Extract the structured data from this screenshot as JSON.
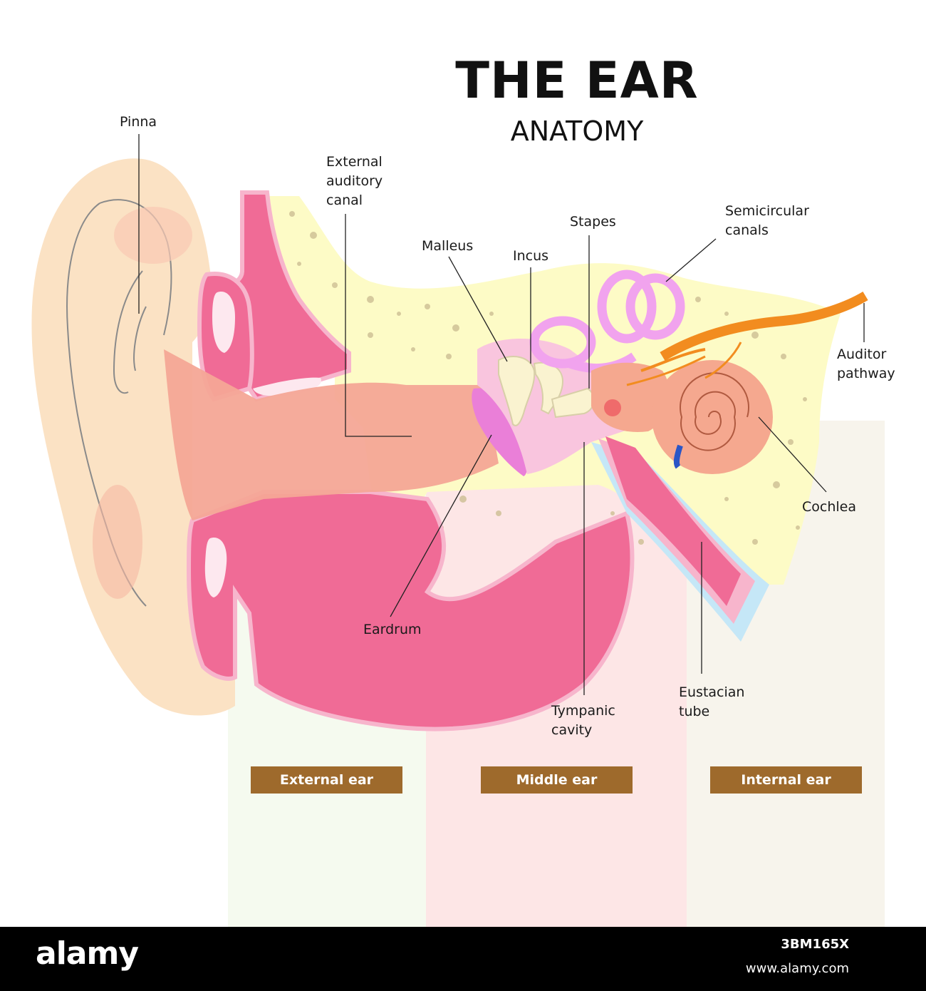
{
  "title": "THE EAR",
  "subtitle": "ANATOMY",
  "labels": {
    "pinna": "Pinna",
    "external_auditory_canal": "External\nauditory\ncanal",
    "malleus": "Malleus",
    "incus": "Incus",
    "stapes": "Stapes",
    "semicircular_canals": "Semicircular\ncanals",
    "auditory_pathway": "Auditor\npathway",
    "cochlea": "Cochlea",
    "eardrum": "Eardrum",
    "tympanic_cavity": "Tympanic\ncavity",
    "eustachian_tube": "Eustacian\ntube"
  },
  "sections": {
    "external": "External ear",
    "middle": "Middle ear",
    "internal": "Internal ear"
  },
  "footer": {
    "logo": "alamy",
    "image_id": "3BM165X",
    "url": "www.alamy.com"
  },
  "colors": {
    "tissue_pink": "#f06b96",
    "skin": "#fbe2c4",
    "bone_yellow": "#fdfbc6",
    "canal": "#f4a796",
    "semicircular": "#f1a3ee",
    "cochlea": "#f5a88f",
    "nerve": "#f28c1f",
    "section_label_bg": "#9e6a2c"
  }
}
